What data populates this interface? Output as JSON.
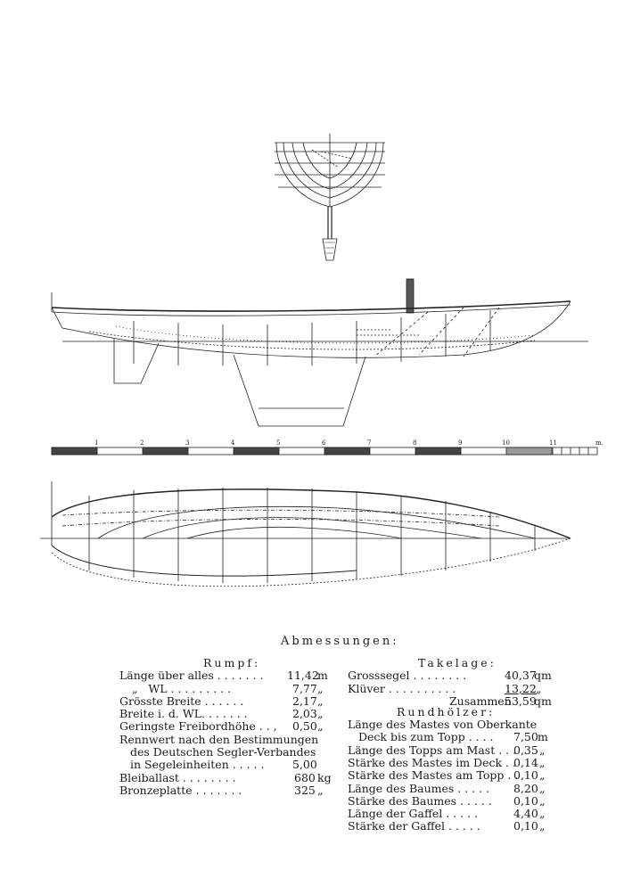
{
  "title": "Abmessungen:",
  "rumpf": {
    "heading": "Rumpf:",
    "rows": [
      {
        "label": "Länge über alles . . . . . . .",
        "value": "11,42",
        "unit": "m"
      },
      {
        "label": "„   WL . . . . . . . . .",
        "value": "7,77",
        "unit": "„"
      },
      {
        "label": "Grösste Breite . . . . . .",
        "value": "2,17",
        "unit": "„"
      },
      {
        "label": "Breite i. d. WL. . . . . . .",
        "value": "2,03",
        "unit": "„"
      },
      {
        "label": "Geringste Freibordhöhe . . ,",
        "value": "0,50",
        "unit": "„"
      }
    ],
    "rennwert_lines": [
      "Rennwert nach den Bestimmungen",
      "des Deutschen Segler-Verbandes",
      "in Segeleinheiten . . . . ."
    ],
    "rennwert_value": "5,00",
    "rows2": [
      {
        "label": "Bleiballast . . . . . . . .",
        "value": "680",
        "unit": "kg"
      },
      {
        "label": "Bronzeplatte . . . . . . .",
        "value": "325",
        "unit": "„"
      }
    ]
  },
  "takelage": {
    "heading": "Takelage:",
    "rows": [
      {
        "label": "Grosssegel . . . . . . . .",
        "value": "40,37",
        "unit": "qm"
      },
      {
        "label": "Klüver . . . . . . . . . .",
        "value": "13,22",
        "unit": "„"
      }
    ],
    "total_label": "Zusammen",
    "total_value": "53,59",
    "total_unit": "qm"
  },
  "rundhoelzer": {
    "heading": "Rundhölzer:",
    "mast_lines": [
      "Länge des Mastes von Oberkante",
      "Deck bis zum Topp . . . ."
    ],
    "mast_value": "7,50",
    "mast_unit": "m",
    "rows": [
      {
        "label": "Länge des Topps am Mast . . .",
        "value": "0,35",
        "unit": "„"
      },
      {
        "label": "Stärke des Mastes im Deck . .",
        "value": "0,14",
        "unit": "„"
      },
      {
        "label": "Stärke des Mastes am Topp . .",
        "value": "0,10",
        "unit": "„"
      },
      {
        "label": "Länge des Baumes . . . . .",
        "value": "8,20",
        "unit": "„"
      },
      {
        "label": "Stärke des Baumes . . . . .",
        "value": "0,10",
        "unit": "„"
      },
      {
        "label": "Länge der Gaffel . . . . .",
        "value": "4,40",
        "unit": "„"
      },
      {
        "label": "Stärke der Gaffel . . . . .",
        "value": "0,10",
        "unit": "„"
      }
    ]
  },
  "scale": {
    "ticks": [
      "1",
      "2",
      "3",
      "4",
      "5",
      "6",
      "7",
      "8",
      "9",
      "10",
      "11"
    ],
    "unit": "m."
  }
}
